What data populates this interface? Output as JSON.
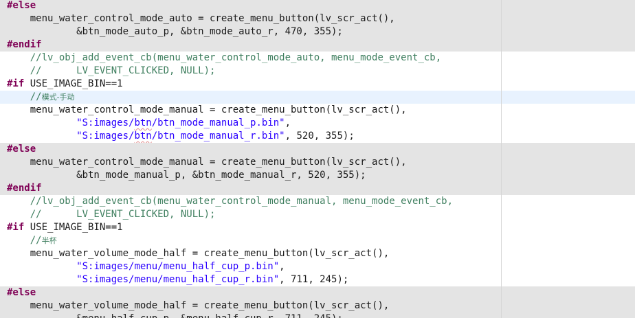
{
  "lines": [
    {
      "tokens": [
        {
          "t": "#else",
          "c": "pp"
        }
      ],
      "bg": "gray"
    },
    {
      "tokens": [
        {
          "t": "    menu_water_control_mode_auto = create_menu_button(lv_scr_act(),",
          "c": "id"
        }
      ],
      "bg": "gray"
    },
    {
      "tokens": [
        {
          "t": "            &btn_mode_auto_p, &btn_mode_auto_r, 470, 355);",
          "c": "id"
        }
      ],
      "bg": "gray"
    },
    {
      "tokens": [
        {
          "t": "#endif",
          "c": "pp"
        }
      ],
      "bg": "gray"
    },
    {
      "tokens": [
        {
          "t": "    //lv_obj_add_event_cb(menu_water_control_mode_auto, menu_mode_event_cb,",
          "c": "cm"
        }
      ],
      "bg": ""
    },
    {
      "tokens": [
        {
          "t": "    //      LV_EVENT_CLICKED, NULL);",
          "c": "cm"
        }
      ],
      "bg": ""
    },
    {
      "tokens": [
        {
          "t": "#if",
          "c": "pp"
        },
        {
          "t": " USE_IMAGE_BIN==1",
          "c": "id"
        }
      ],
      "bg": ""
    },
    {
      "tokens": [
        {
          "t": "    //",
          "c": "cm"
        },
        {
          "t": "模式-手动",
          "c": "cm-cjk"
        }
      ],
      "bg": "hl"
    },
    {
      "tokens": [
        {
          "t": "    menu_water_control_mode_manual = create_menu_button(lv_scr_act(),",
          "c": "id"
        }
      ],
      "bg": ""
    },
    {
      "tokens": [
        {
          "t": "            ",
          "c": "id"
        },
        {
          "t": "\"S:images/",
          "c": "str"
        },
        {
          "t": "btn",
          "c": "str-sq"
        },
        {
          "t": "/btn_mode_manual_p.bin\"",
          "c": "str"
        },
        {
          "t": ",",
          "c": "id"
        }
      ],
      "bg": ""
    },
    {
      "tokens": [
        {
          "t": "            ",
          "c": "id"
        },
        {
          "t": "\"S:images/",
          "c": "str"
        },
        {
          "t": "btn",
          "c": "str-sq"
        },
        {
          "t": "/btn_mode_manual_r.bin\"",
          "c": "str"
        },
        {
          "t": ", 520, 355);",
          "c": "id"
        }
      ],
      "bg": ""
    },
    {
      "tokens": [
        {
          "t": "#else",
          "c": "pp"
        }
      ],
      "bg": "gray"
    },
    {
      "tokens": [
        {
          "t": "    menu_water_control_mode_manual = create_menu_button(lv_scr_act(),",
          "c": "id"
        }
      ],
      "bg": "gray"
    },
    {
      "tokens": [
        {
          "t": "            &btn_mode_manual_p, &btn_mode_manual_r, 520, 355);",
          "c": "id"
        }
      ],
      "bg": "gray"
    },
    {
      "tokens": [
        {
          "t": "#endif",
          "c": "pp"
        }
      ],
      "bg": "gray"
    },
    {
      "tokens": [
        {
          "t": "    //lv_obj_add_event_cb(menu_water_control_mode_manual, menu_mode_event_cb,",
          "c": "cm"
        }
      ],
      "bg": ""
    },
    {
      "tokens": [
        {
          "t": "    //      LV_EVENT_CLICKED, NULL);",
          "c": "cm"
        }
      ],
      "bg": ""
    },
    {
      "tokens": [
        {
          "t": "#if",
          "c": "pp"
        },
        {
          "t": " USE_IMAGE_BIN==1",
          "c": "id"
        }
      ],
      "bg": ""
    },
    {
      "tokens": [
        {
          "t": "    //",
          "c": "cm"
        },
        {
          "t": "半杯",
          "c": "cm-cjk"
        }
      ],
      "bg": ""
    },
    {
      "tokens": [
        {
          "t": "    menu_water_volume_mode_half = create_menu_button(lv_scr_act(),",
          "c": "id"
        }
      ],
      "bg": ""
    },
    {
      "tokens": [
        {
          "t": "            ",
          "c": "id"
        },
        {
          "t": "\"S:images/menu/menu_half_cup_p.bin\"",
          "c": "str"
        },
        {
          "t": ",",
          "c": "id"
        }
      ],
      "bg": ""
    },
    {
      "tokens": [
        {
          "t": "            ",
          "c": "id"
        },
        {
          "t": "\"S:images/menu/menu_half_cup_r.bin\"",
          "c": "str"
        },
        {
          "t": ", 711, 245);",
          "c": "id"
        }
      ],
      "bg": ""
    },
    {
      "tokens": [
        {
          "t": "#else",
          "c": "pp"
        }
      ],
      "bg": "gray"
    },
    {
      "tokens": [
        {
          "t": "    menu_water_volume_mode_half = create_menu_button(lv_scr_act(),",
          "c": "id"
        }
      ],
      "bg": "gray"
    },
    {
      "tokens": [
        {
          "t": "            &menu_half_cup_p, &menu_half_cup_r, 711, 245);",
          "c": "id"
        }
      ],
      "bg": "gray"
    }
  ]
}
